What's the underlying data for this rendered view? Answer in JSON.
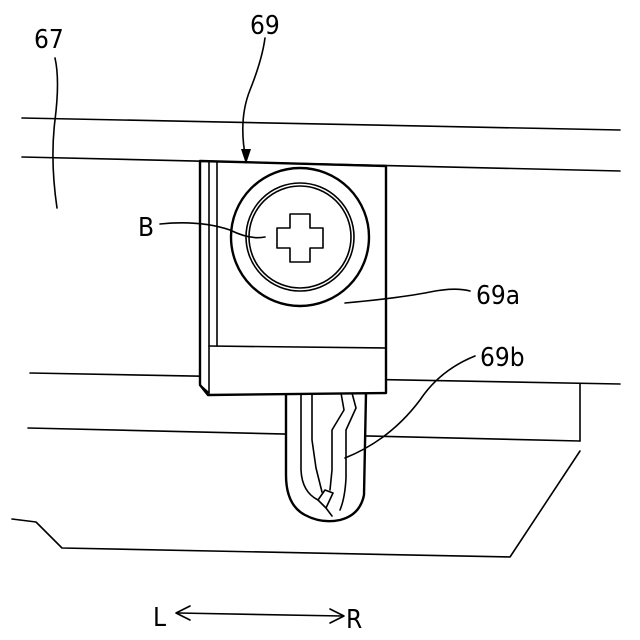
{
  "labels": {
    "plate": "67",
    "assembly": "69",
    "bolt": "B",
    "head_part": "69a",
    "clip_part": "69b",
    "left": "L",
    "right": "R"
  }
}
